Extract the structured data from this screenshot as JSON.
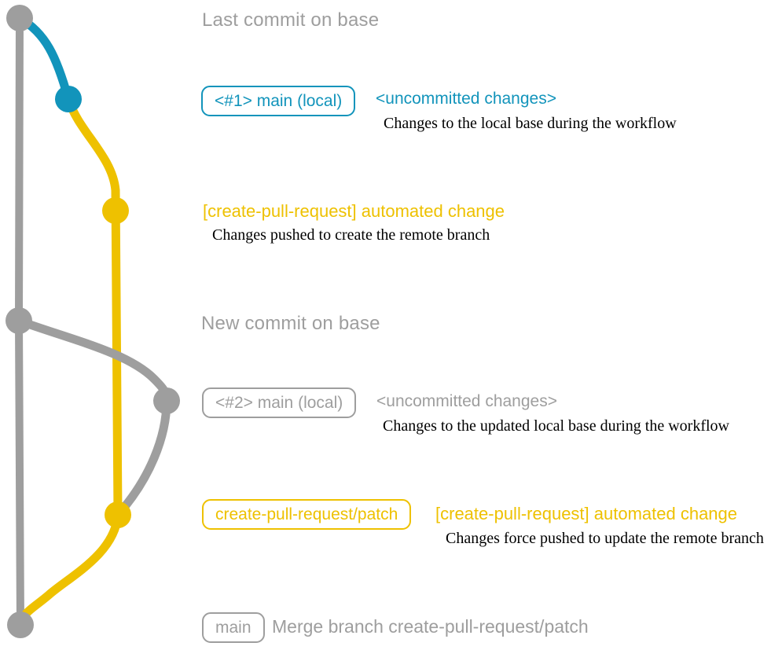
{
  "colors": {
    "gray": "#9e9e9e",
    "blue": "#1294bb",
    "yellow": "#eec100"
  },
  "diagram": {
    "type": "git-commit-graph",
    "last_commit": {
      "label": "Last commit on base"
    },
    "row1": {
      "badge": "<#1> main (local)",
      "status": "<uncommitted changes>",
      "description": "Changes to the local base during the workflow"
    },
    "row2": {
      "title": "[create-pull-request] automated change",
      "description": "Changes pushed to create the remote branch"
    },
    "new_commit": {
      "label": "New commit on base"
    },
    "row3": {
      "badge": "<#2> main (local)",
      "status": "<uncommitted changes>",
      "description": "Changes to the updated local base during the workflow"
    },
    "row4": {
      "badge": "create-pull-request/patch",
      "title": "[create-pull-request] automated change",
      "description": "Changes force pushed to update the remote branch"
    },
    "merge": {
      "badge": "main",
      "label": "Merge branch create-pull-request/patch"
    }
  }
}
